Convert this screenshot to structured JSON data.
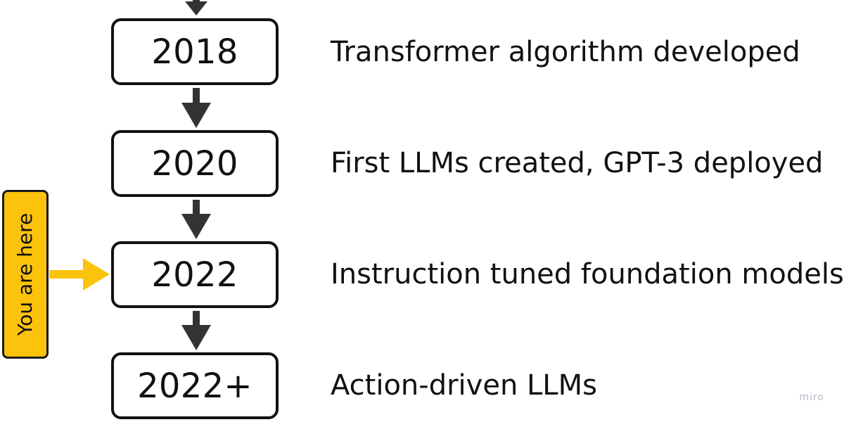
{
  "timeline": [
    {
      "year": "2018",
      "description": "Transformer algorithm developed"
    },
    {
      "year": "2020",
      "description": "First LLMs created, GPT-3 deployed"
    },
    {
      "year": "2022",
      "description": "Instruction tuned foundation models"
    },
    {
      "year": "2022+",
      "description": "Action-driven LLMs"
    }
  ],
  "current_marker": {
    "label": "You are here",
    "points_to": "2022",
    "color": "#fcc30c"
  },
  "arrow_color": "#333333",
  "watermark": "miro"
}
